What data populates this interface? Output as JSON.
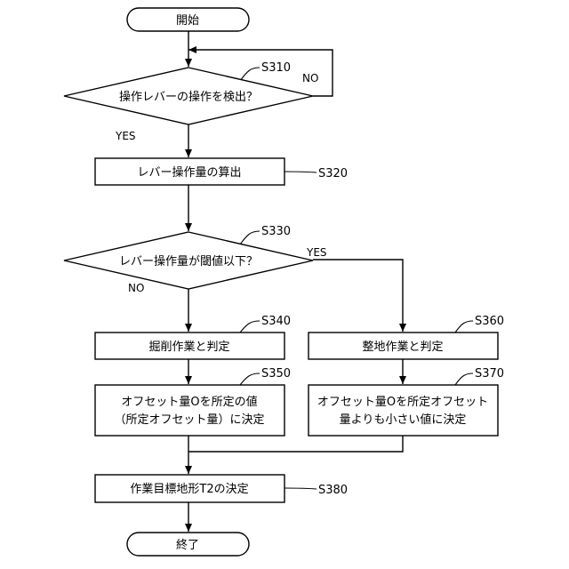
{
  "nodes": {
    "start": "開始",
    "s310": "操作レバーの操作を検出？",
    "s320": "レバー操作量の算出",
    "s330": "レバー操作量が閾値以下？",
    "s340": "掘削作業と判定",
    "s350_line1": "オフセット量Oを所定の値",
    "s350_line2": "（所定オフセット量）に決定",
    "s360": "整地作業と判定",
    "s370_line1": "オフセット量Oを所定オフセット",
    "s370_line2": "量よりも小さい値に決定",
    "s380": "作業目標地形T2の決定",
    "end": "終了"
  },
  "steps": {
    "s310": "S310",
    "s320": "S320",
    "s330": "S330",
    "s340": "S340",
    "s350": "S350",
    "s360": "S360",
    "s370": "S370",
    "s380": "S380"
  },
  "edges": {
    "s310_no": "NO",
    "s310_yes": "YES",
    "s330_yes": "YES",
    "s330_no": "NO"
  }
}
